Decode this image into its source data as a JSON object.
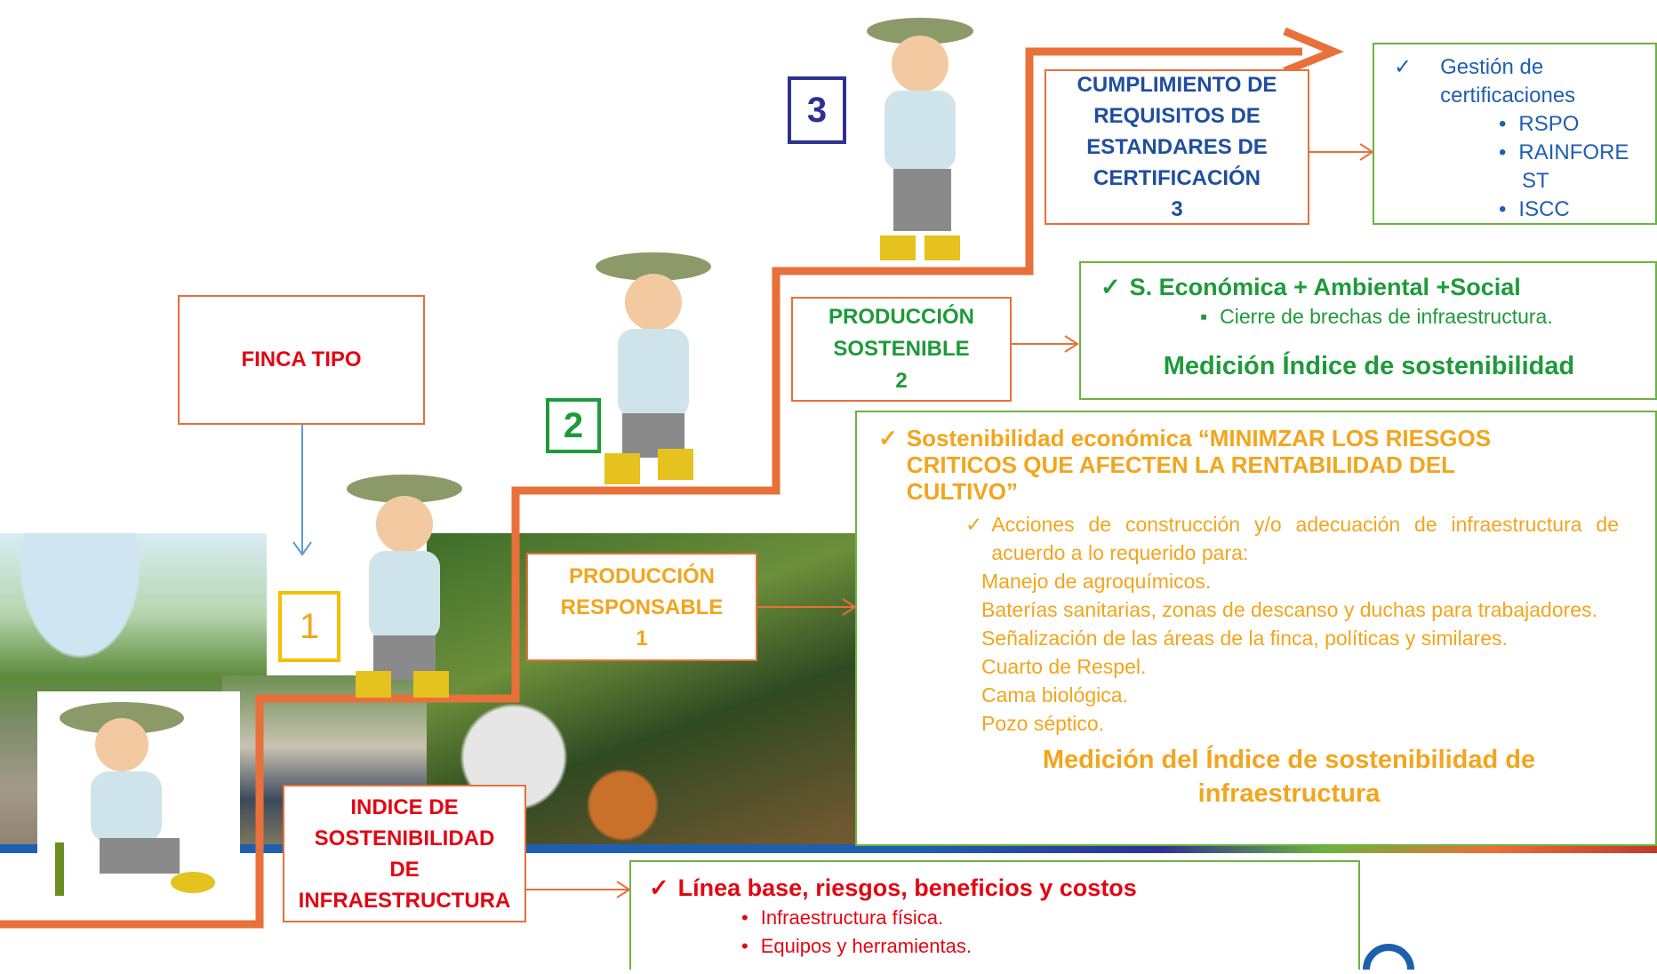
{
  "colors": {
    "orange": "#e8703a",
    "green": "#6cb33f",
    "gold": "#f2a51d",
    "red": "#e30613",
    "blue": "#1f5fb0",
    "dark_green": "#1e9a3a",
    "navy": "#2e3192",
    "title_blue": "#1f4e9e"
  },
  "finca_tipo": {
    "label": "FINCA TIPO"
  },
  "steps": [
    {
      "title_lines": [
        "INDICE DE",
        "SOSTENIBILIDAD",
        "DE",
        "INFRAESTRUCTURA"
      ]
    },
    {
      "title_lines": [
        "PRODUCCIÓN",
        "RESPONSABLE",
        "1"
      ],
      "badge": "1"
    },
    {
      "title_lines": [
        "PRODUCCIÓN",
        "SOSTENIBLE",
        "2"
      ],
      "badge": "2"
    },
    {
      "title_lines": [
        "CUMPLIMIENTO DE",
        "REQUISITOS DE",
        "ESTANDARES DE",
        "CERTIFICACIÓN",
        "3"
      ],
      "badge": "3"
    }
  ],
  "baseline_box": {
    "heading": "Línea base, riesgos, beneficios y costos",
    "items": [
      "Infraestructura física.",
      "Equipos y herramientas."
    ]
  },
  "responsable_box": {
    "heading_lines": [
      "Sostenibilidad económica “MINIMZAR LOS RIESGOS",
      "CRITICOS QUE AFECTEN LA RENTABILIDAD DEL",
      "CULTIVO”"
    ],
    "sub_heading": "Acciones de construcción y/o adecuación de infraestructura de acuerdo a lo requerido para:",
    "items": [
      "Manejo de agroquímicos.",
      "Baterías sanitarias, zonas de descanso y duchas para trabajadores.",
      "Señalización de las áreas de la finca, políticas y similares.",
      "Cuarto de Respel.",
      "Cama biológica.",
      "Pozo séptico."
    ],
    "footer_lines": [
      "Medición del Índice de sostenibilidad  de",
      "infraestructura"
    ]
  },
  "sostenible_box": {
    "heading": "S. Económica + Ambiental +Social",
    "item": "Cierre de brechas de infraestructura.",
    "footer": "Medición Índice de sostenibilidad"
  },
  "certificacion_box": {
    "heading_lines": [
      "Gestión de",
      "certificaciones"
    ],
    "items": [
      "RSPO",
      "RAINFORE",
      "ST",
      "ISCC"
    ]
  }
}
